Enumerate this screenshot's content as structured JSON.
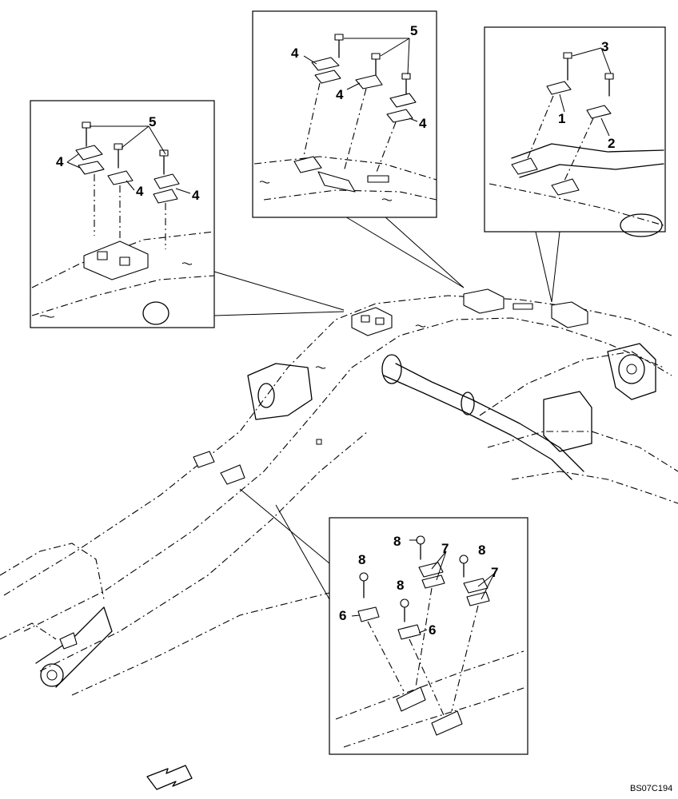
{
  "callouts": {
    "left": [
      "5",
      "4",
      "4",
      "4"
    ],
    "middle": [
      "5",
      "4",
      "4",
      "4"
    ],
    "right": [
      "3",
      "1",
      "2"
    ],
    "bottom": [
      "8",
      "7",
      "8",
      "8",
      "7",
      "8",
      "6",
      "6"
    ]
  },
  "drawing_code": "BS07C194",
  "icons": {
    "direction": "forward-arrow-icon"
  }
}
